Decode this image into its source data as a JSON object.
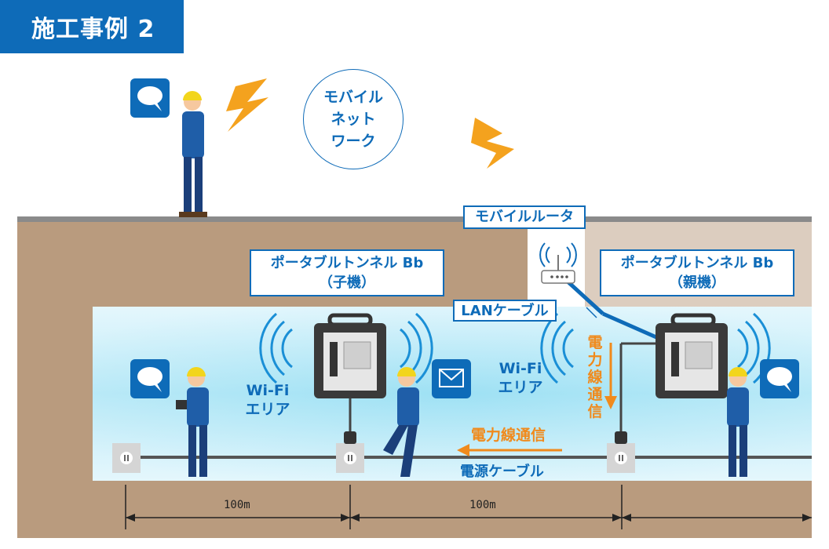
{
  "title": "施工事例 2",
  "mobile_network": "モバイル\nネット\nワーク",
  "mobile_router_label": "モバイルルータ",
  "lan_cable_label": "LANケーブル",
  "portable_child_label": "ポータブルトンネル Bb\n（子機）",
  "portable_parent_label": "ポータブルトンネル Bb\n（親機）",
  "wifi_area_left": "Wi-Fi\nエリア",
  "wifi_area_right": "Wi-Fi\nエリア",
  "plc_vertical": "電\n力\n線\n通\n信",
  "plc_horizontal": "電力線通信",
  "power_cable_label": "電源ケーブル",
  "distance_1": "100m",
  "distance_2": "100m",
  "colors": {
    "accent": "#0e6bb8",
    "orange": "#f08a1c",
    "ground": "#b89a7d",
    "tunnel": "#cdeef8"
  }
}
